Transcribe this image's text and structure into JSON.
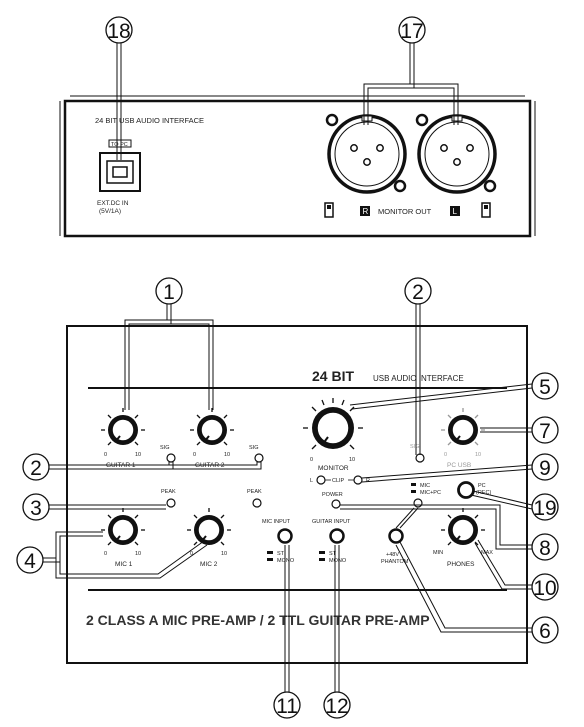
{
  "back_panel": {
    "title": "24 BIT USB AUDIO INTERFACE",
    "to_pc": "TO PC",
    "ext_dc": "EXT.DC IN",
    "ext_dc_spec": "(5V/1A)",
    "monitor_out": "MONITOR OUT",
    "r": "R",
    "l": "L"
  },
  "front_panel": {
    "title_bold": "24 BIT",
    "title": "USB AUDIO INTERFACE",
    "guitar1": "GUITAR 1",
    "guitar2": "GUITAR 2",
    "sig": "SIG",
    "peak": "PEAK",
    "mic1": "MIC 1",
    "mic2": "MIC 2",
    "monitor": "MONITOR",
    "pc_usb": "PC USB",
    "clip": "CLIP",
    "l": "L",
    "r": "R",
    "power": "POWER",
    "mic_input": "MIC INPUT",
    "guitar_input": "GUITAR INPUT",
    "st": "ST",
    "mono": "MONO",
    "phantom_48": "+48V",
    "phantom": "PHANTOM",
    "mic": "MIC",
    "mic_pc": "MIC+PC",
    "pc": "PC",
    "rec": "(REC)",
    "phones": "PHONES",
    "min": "MIN",
    "max": "MAX",
    "knob_min": "0",
    "knob_max": "10",
    "footer": "2 CLASS A MIC PRE-AMP / 2 TTL GUITAR PRE-AMP"
  },
  "callouts": [
    "1",
    "2",
    "2",
    "3",
    "4",
    "5",
    "6",
    "7",
    "8",
    "9",
    "10",
    "11",
    "12",
    "17",
    "18",
    "19"
  ]
}
